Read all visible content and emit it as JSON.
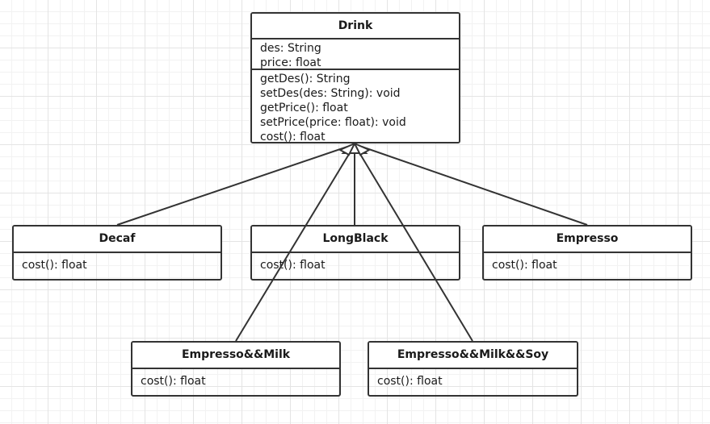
{
  "parent": {
    "name": "Drink",
    "attributes": [
      "des: String",
      "price: float"
    ],
    "methods": [
      "getDes(): String",
      "setDes(des: String): void",
      "getPrice(): float",
      "setPrice(price: float): void",
      "cost(): float"
    ]
  },
  "children": [
    {
      "name": "Decaf",
      "methods": [
        "cost(): float"
      ]
    },
    {
      "name": "LongBlack",
      "methods": [
        "cost(): float"
      ]
    },
    {
      "name": "Empresso",
      "methods": [
        "cost(): float"
      ]
    },
    {
      "name": "Empresso&&Milk",
      "methods": [
        "cost(): float"
      ]
    },
    {
      "name": "Empresso&&Milk&&Soy",
      "methods": [
        "cost(): float"
      ]
    }
  ],
  "relations": [
    {
      "from": "Decaf",
      "to": "Drink",
      "type": "generalization"
    },
    {
      "from": "LongBlack",
      "to": "Drink",
      "type": "generalization"
    },
    {
      "from": "Empresso",
      "to": "Drink",
      "type": "generalization"
    },
    {
      "from": "Empresso&&Milk",
      "to": "Drink",
      "type": "generalization"
    },
    {
      "from": "Empresso&&Milk&&Soy",
      "to": "Drink",
      "type": "generalization"
    }
  ],
  "colors": {
    "border": "#333333",
    "line": "#333333",
    "grid": "#e4e4e4",
    "background": "#ffffff"
  }
}
